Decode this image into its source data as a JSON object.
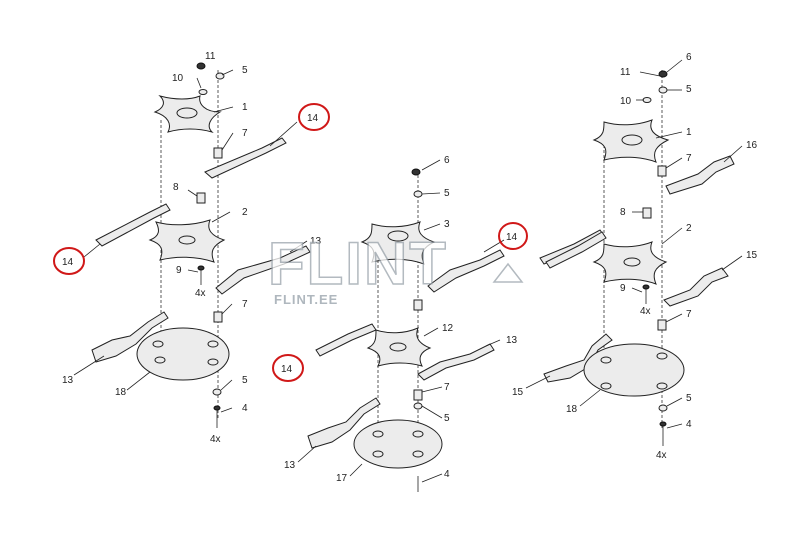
{
  "watermark": {
    "brand": "FLINT",
    "site": "FLINT.EE"
  },
  "left_assembly": {
    "labels": {
      "p11": "11",
      "p10": "10",
      "p5a": "5",
      "p1": "1",
      "p7a": "7",
      "p14a": "14",
      "p8": "8",
      "p2": "2",
      "p14b": "14",
      "p13a": "13",
      "p9": "9",
      "p9qty": "4x",
      "p7b": "7",
      "p13b": "13",
      "p18": "18",
      "p5b": "5",
      "p4": "4",
      "p4qty": "4x"
    }
  },
  "middle_assembly": {
    "labels": {
      "p6": "6",
      "p5": "5",
      "p3": "3",
      "p14a": "14",
      "p14b": "14",
      "p12": "12",
      "p13a": "13",
      "p7": "7",
      "p5b": "5",
      "p13b": "13",
      "p17": "17",
      "p4": "4"
    }
  },
  "right_assembly": {
    "labels": {
      "p6": "6",
      "p11": "11",
      "p10": "10",
      "p5a": "5",
      "p1": "1",
      "p16": "16",
      "p7a": "7",
      "p8": "8",
      "p2": "2",
      "p15a": "15",
      "p9": "9",
      "p9qty": "4x",
      "p7b": "7",
      "p15b": "15",
      "p18": "18",
      "p5b": "5",
      "p4": "4",
      "p4qty": "4x"
    }
  },
  "highlight_color": "#d01818"
}
